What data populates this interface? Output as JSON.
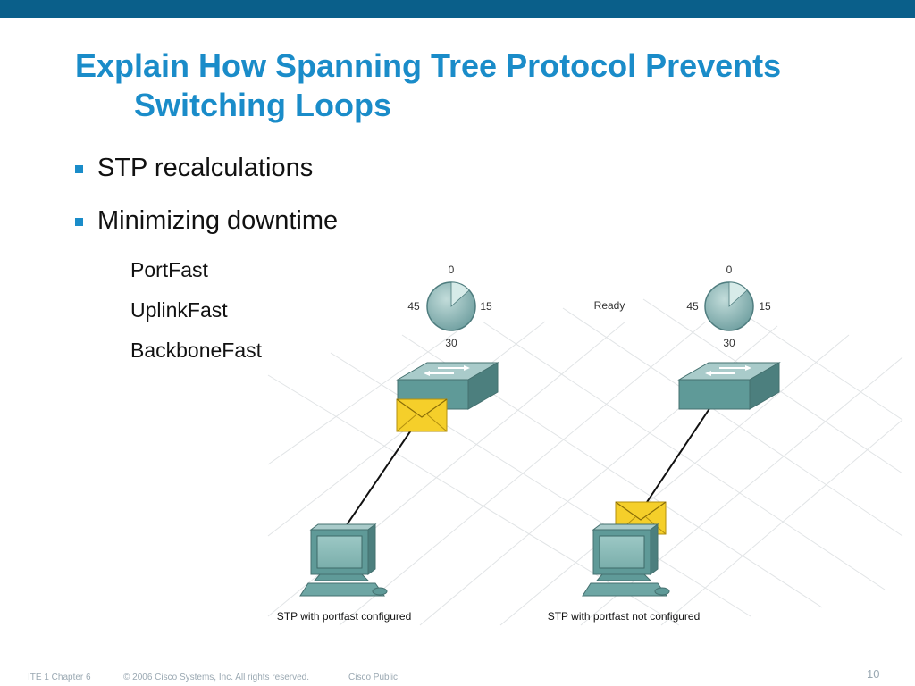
{
  "slide": {
    "title_line1": "Explain How Spanning Tree Protocol Prevents",
    "title_line2": "Switching Loops",
    "bullets": [
      "STP recalculations",
      "Minimizing downtime"
    ],
    "subitems": [
      "PortFast",
      "UplinkFast",
      "BackboneFast"
    ]
  },
  "diagram": {
    "clock_left": {
      "top": "0",
      "right": "15",
      "bottom": "30",
      "left": "45"
    },
    "clock_right": {
      "top": "0",
      "right": "15",
      "bottom": "30",
      "left": "45"
    },
    "status_label": "Ready",
    "caption_left": "STP with portfast configured",
    "caption_right": "STP with portfast not configured"
  },
  "footer": {
    "chapter": "ITE 1 Chapter 6",
    "copyright": "© 2006 Cisco Systems, Inc. All rights reserved.",
    "classification": "Cisco Public",
    "page_number": "10"
  },
  "colors": {
    "top_bar": "#0a5f8a",
    "title": "#1a8cc9",
    "bullet": "#1a8cc9",
    "device": "#5f9a98",
    "envelope": "#f5cf2a"
  }
}
